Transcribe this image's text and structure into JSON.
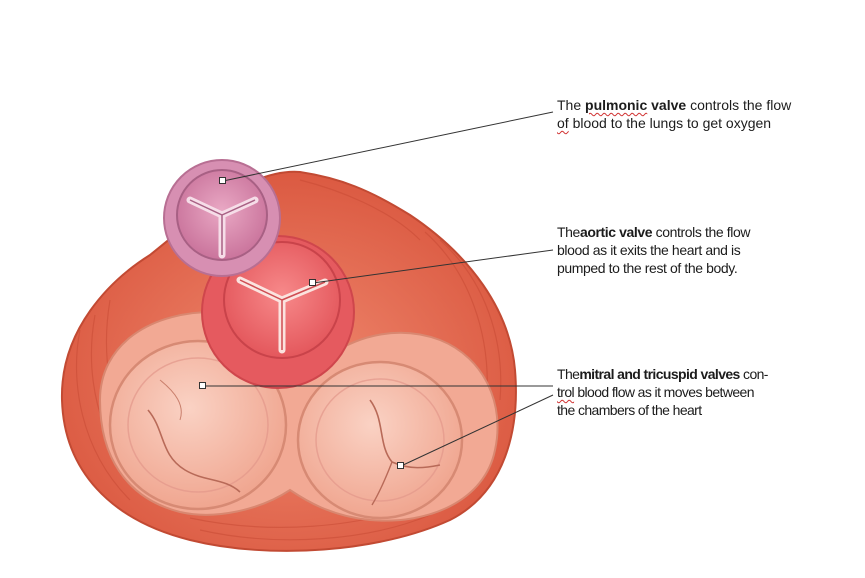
{
  "colors": {
    "muscle": "#e4624a",
    "muscle_dark": "#c94a34",
    "pulmonic": "#d98cae",
    "aortic": "#ee6b6e",
    "av_ring": "#f3aa94",
    "av_leaflet": "#f6c2b1",
    "leader_line": "#333333"
  },
  "labels": {
    "pulmonic": {
      "prefix": "The ",
      "term": "pulmonic",
      "term2": " valve",
      "line1_rest": " controls the flow",
      "line2_first": "of",
      "line2_rest": " blood to the lungs to get oxygen"
    },
    "aortic": {
      "prefix": "The",
      "term": "aortic valve",
      "line1_rest": " controls the flow",
      "line2": "blood as it exits the heart and is",
      "line3": "pumped to the rest of the body."
    },
    "mitral": {
      "prefix": "The",
      "term": "mitral and tricuspid valves",
      "line1_rest": " con-",
      "line2_first": "trol",
      "line2_rest": " blood flow as it moves between",
      "line3": "the chambers of the heart"
    }
  }
}
